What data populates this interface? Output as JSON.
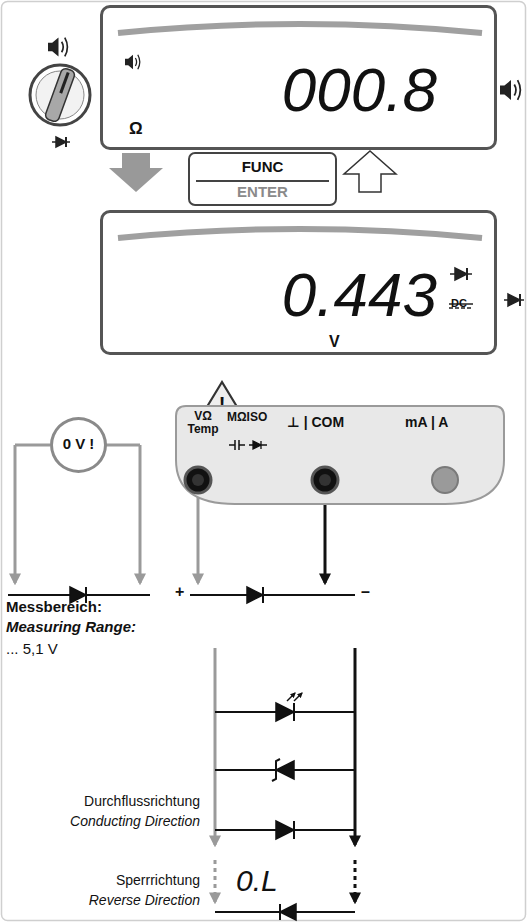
{
  "diagram": {
    "nodes": [
      {
        "text": [
          "000.8",
          "Ω"
        ]
      },
      {
        "text": [
          "FUNC",
          "ENTER"
        ]
      },
      {
        "text": [
          "0.443",
          "DC",
          "V"
        ]
      },
      {
        "text": [
          "!"
        ]
      },
      {
        "text": [
          "0 V !"
        ]
      },
      {
        "text": [
          "VΩ Temp",
          "MΩISO",
          "⊥ | COM",
          "mA | A"
        ]
      }
    ],
    "labels": [
      "+",
      "–",
      "Messbereich:",
      "Measuring Range:",
      "... 5,1 V",
      "Durchflussrichtung",
      "Conducting Direction",
      "Sperrrichtung",
      "Reverse Direction",
      "0.L"
    ]
  }
}
